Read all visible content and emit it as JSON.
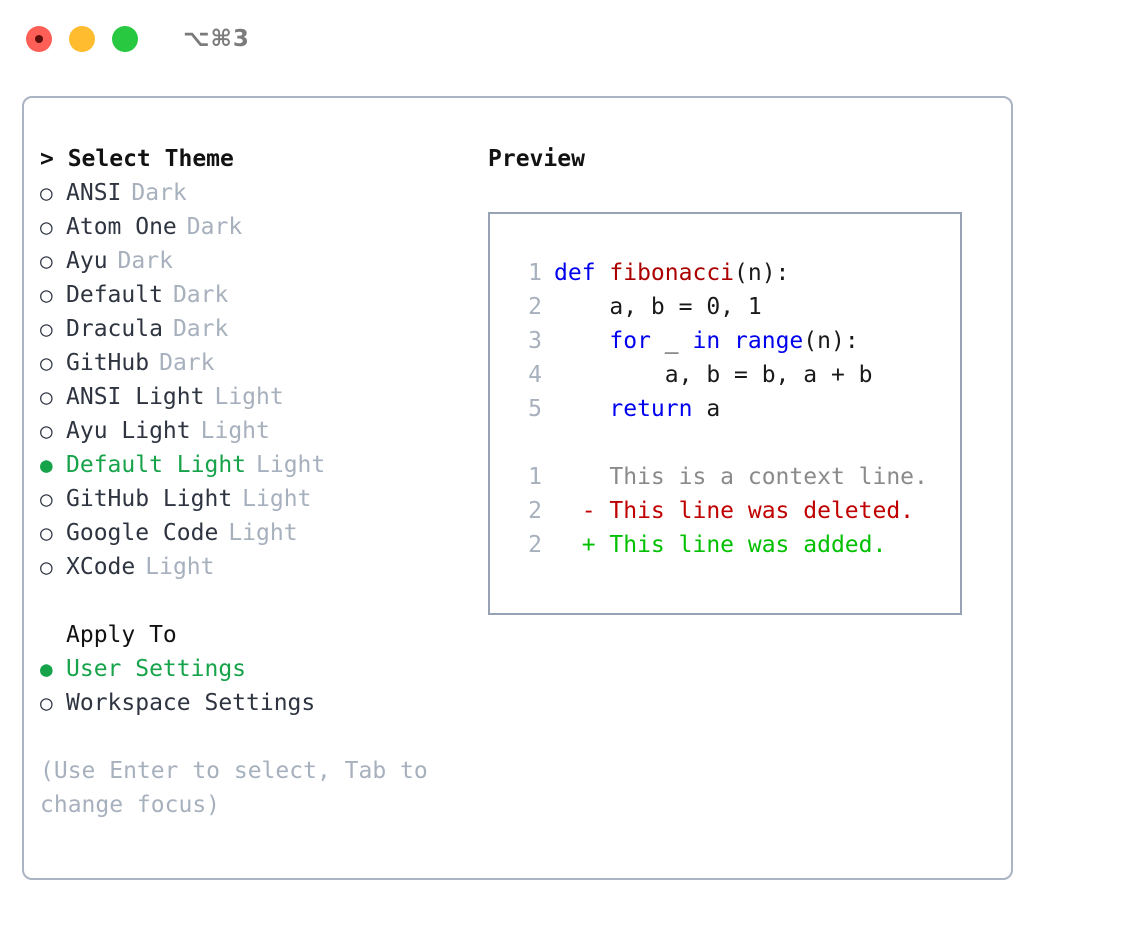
{
  "titlebar": {
    "lights": [
      {
        "name": "close-button",
        "color": "#ff5f57"
      },
      {
        "name": "minimize-button",
        "color": "#febc2e"
      },
      {
        "name": "maximize-button",
        "color": "#28c840"
      }
    ],
    "shortcut": "⌥⌘3"
  },
  "colors": {
    "selected_green": "#16a34a",
    "muted_grey": "#a7b0bd",
    "border": "#aab4c2",
    "preview_border": "#97a3b4",
    "keyword_blue": "#0000ee",
    "function_red": "#aa0000",
    "diff_deleted": "#c00000",
    "diff_added": "#00c000",
    "diff_context": "#8a8a8a"
  },
  "theme_panel": {
    "title": "> Select Theme",
    "bullet_selected": "●",
    "bullet_unselected": "○",
    "themes": [
      {
        "label": "ANSI",
        "variant": "Dark",
        "selected": false
      },
      {
        "label": "Atom One",
        "variant": "Dark",
        "selected": false
      },
      {
        "label": "Ayu",
        "variant": "Dark",
        "selected": false
      },
      {
        "label": "Default",
        "variant": "Dark",
        "selected": false
      },
      {
        "label": "Dracula",
        "variant": "Dark",
        "selected": false
      },
      {
        "label": "GitHub",
        "variant": "Dark",
        "selected": false
      },
      {
        "label": "ANSI Light",
        "variant": "Light",
        "selected": false
      },
      {
        "label": "Ayu Light",
        "variant": "Light",
        "selected": false
      },
      {
        "label": "Default Light",
        "variant": "Light",
        "selected": true
      },
      {
        "label": "GitHub Light",
        "variant": "Light",
        "selected": false
      },
      {
        "label": "Google Code",
        "variant": "Light",
        "selected": false
      },
      {
        "label": "XCode",
        "variant": "Light",
        "selected": false
      }
    ]
  },
  "apply_to": {
    "heading": "Apply To",
    "options": [
      {
        "label": "User Settings",
        "selected": true
      },
      {
        "label": "Workspace Settings",
        "selected": false
      }
    ]
  },
  "hint": "(Use Enter to select, Tab to change focus)",
  "preview": {
    "title": "Preview",
    "code_lines": [
      {
        "lineno": "1",
        "tokens": [
          {
            "text": "def ",
            "kind": "kw"
          },
          {
            "text": "fibonacci",
            "kind": "fn"
          },
          {
            "text": "(n):",
            "kind": "plain"
          }
        ]
      },
      {
        "lineno": "2",
        "tokens": [
          {
            "text": "    a, b = 0, 1",
            "kind": "plain"
          }
        ]
      },
      {
        "lineno": "3",
        "tokens": [
          {
            "text": "    ",
            "kind": "plain"
          },
          {
            "text": "for",
            "kind": "kw"
          },
          {
            "text": " _ ",
            "kind": "plain"
          },
          {
            "text": "in",
            "kind": "kw"
          },
          {
            "text": " ",
            "kind": "plain"
          },
          {
            "text": "range",
            "kind": "kw"
          },
          {
            "text": "(n):",
            "kind": "plain"
          }
        ]
      },
      {
        "lineno": "4",
        "tokens": [
          {
            "text": "        a, b = b, a + b",
            "kind": "plain"
          }
        ]
      },
      {
        "lineno": "5",
        "tokens": [
          {
            "text": "    ",
            "kind": "plain"
          },
          {
            "text": "return",
            "kind": "kw"
          },
          {
            "text": " a",
            "kind": "plain"
          }
        ]
      }
    ],
    "diff_lines": [
      {
        "lineno": "1",
        "marker": " ",
        "text": " This is a context line.",
        "kind": "context"
      },
      {
        "lineno": "2",
        "marker": "-",
        "text": " This line was deleted.",
        "kind": "deleted"
      },
      {
        "lineno": "2",
        "marker": "+",
        "text": " This line was added.",
        "kind": "added"
      }
    ]
  }
}
